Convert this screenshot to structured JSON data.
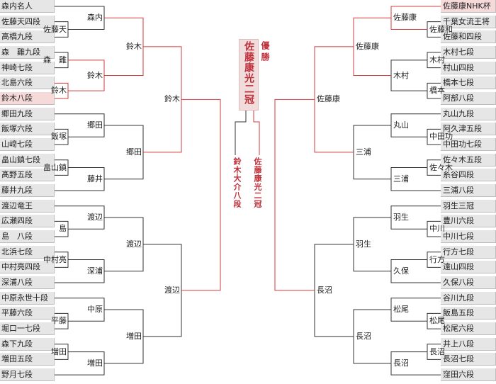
{
  "champion": {
    "title": "優勝",
    "name": "佐藤康光二冠"
  },
  "finalists": {
    "left": "鈴木大介八段",
    "right": "佐藤康光二冠"
  },
  "left_players": [
    {
      "name": "森内名人"
    },
    {
      "name": "佐藤天四段"
    },
    {
      "name": "高橋九段"
    },
    {
      "name": "森　雞九段"
    },
    {
      "name": "神崎七段"
    },
    {
      "name": "北島六段"
    },
    {
      "name": "鈴木八段",
      "highlight": true
    },
    {
      "name": "郷田九段"
    },
    {
      "name": "飯塚六段"
    },
    {
      "name": "山﨑七段"
    },
    {
      "name": "畠山鎮七段"
    },
    {
      "name": "髙野五段"
    },
    {
      "name": "藤井九段"
    },
    {
      "name": "渡辺竜王"
    },
    {
      "name": "広瀬四段"
    },
    {
      "name": "島　八段"
    },
    {
      "name": "北浜七段"
    },
    {
      "name": "中村亮四段"
    },
    {
      "name": "深浦八段"
    },
    {
      "name": "中原永世十段"
    },
    {
      "name": "平藤六段"
    },
    {
      "name": "堀口一七段"
    },
    {
      "name": "森下九段"
    },
    {
      "name": "増田五段"
    },
    {
      "name": "野月七段"
    }
  ],
  "right_players": [
    {
      "name": "佐藤康NHK杯",
      "highlight": true
    },
    {
      "name": "千葉女流王将"
    },
    {
      "name": "佐藤和四段"
    },
    {
      "name": "木村七段"
    },
    {
      "name": "村山四段"
    },
    {
      "name": "橋本七段"
    },
    {
      "name": "阿部八段"
    },
    {
      "name": "丸山九段"
    },
    {
      "name": "阿久津五段"
    },
    {
      "name": "中田功七段"
    },
    {
      "name": "佐々木五段"
    },
    {
      "name": "糸谷四段"
    },
    {
      "name": "三浦八段"
    },
    {
      "name": "羽生三冠"
    },
    {
      "name": "豊川六段"
    },
    {
      "name": "中川七段"
    },
    {
      "name": "行方七段"
    },
    {
      "name": "遠山四段"
    },
    {
      "name": "久保八段"
    },
    {
      "name": "谷川九段"
    },
    {
      "name": "飯島五段"
    },
    {
      "name": "松尾六段"
    },
    {
      "name": "井上八段"
    },
    {
      "name": "長沼七段"
    },
    {
      "name": "窪田六段"
    }
  ],
  "left_winners": {
    "r1": [
      "佐藤天",
      "森　雞",
      "鈴木",
      "飯塚",
      "畠山鎮",
      "島",
      "中村亮",
      "平藤",
      "増田"
    ],
    "r2": [
      "森内",
      "鈴木",
      "郷田",
      "藤井",
      "渡辺",
      "深浦",
      "中原",
      "増田"
    ],
    "r3": [
      "鈴木",
      "郷田",
      "渡辺",
      "増田"
    ],
    "r4": [
      "鈴木",
      "渡辺"
    ]
  },
  "right_winners": {
    "r1": [
      "佐藤和",
      "木村",
      "橋本",
      "中田功",
      "佐々木",
      "中川",
      "行方",
      "松尾",
      "長沼"
    ],
    "r2": [
      "佐藤康",
      "木村",
      "丸山",
      "三浦",
      "羽生",
      "久保",
      "松尾",
      "長沼"
    ],
    "r3": [
      "佐藤康",
      "三浦",
      "羽生",
      "長沼"
    ],
    "r4": [
      "佐藤康",
      "長沼"
    ]
  }
}
